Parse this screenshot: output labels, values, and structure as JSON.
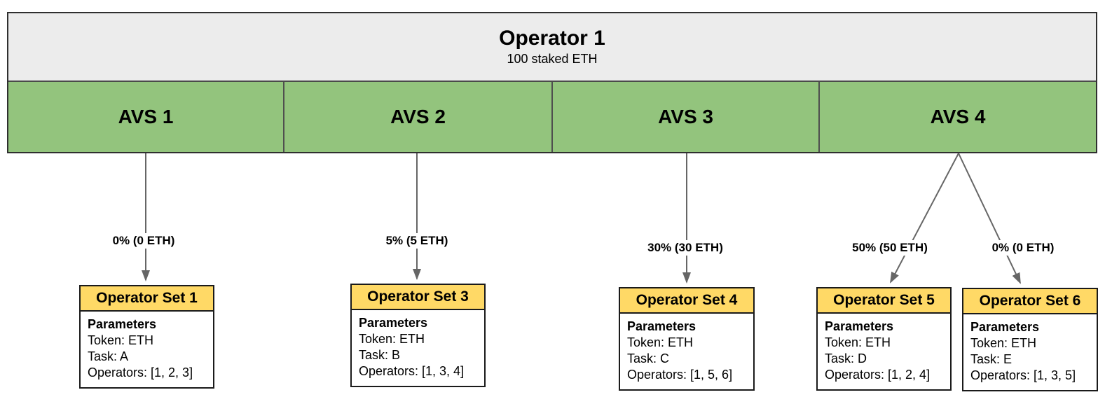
{
  "colors": {
    "avs_green": "#93c47d",
    "set_header_yellow": "#ffd966",
    "operator_gray": "#ececec",
    "arrow_gray": "#666666"
  },
  "operator": {
    "title": "Operator 1",
    "subtitle": "100 staked ETH"
  },
  "avs_cells": [
    {
      "label": "AVS 1"
    },
    {
      "label": "AVS 2"
    },
    {
      "label": "AVS 3"
    },
    {
      "label": "AVS 4"
    }
  ],
  "allocations": [
    {
      "from": "AVS 1",
      "label": "0% (0 ETH)",
      "to": "Operator Set 1"
    },
    {
      "from": "AVS 2",
      "label": "5% (5 ETH)",
      "to": "Operator Set 3"
    },
    {
      "from": "AVS 3",
      "label": "30% (30 ETH)",
      "to": "Operator Set 4"
    },
    {
      "from": "AVS 4",
      "label": "50% (50 ETH)",
      "to": "Operator Set 5"
    },
    {
      "from": "AVS 4",
      "label": "0% (0 ETH)",
      "to": "Operator Set 6"
    }
  ],
  "operator_sets": [
    {
      "title": "Operator Set 1",
      "params_label": "Parameters",
      "token": "Token: ETH",
      "task": "Task: A",
      "operators": "Operators: [1, 2, 3]"
    },
    {
      "title": "Operator Set 3",
      "params_label": "Parameters",
      "token": "Token: ETH",
      "task": "Task: B",
      "operators": "Operators: [1, 3, 4]"
    },
    {
      "title": "Operator Set 4",
      "params_label": "Parameters",
      "token": "Token: ETH",
      "task": "Task: C",
      "operators": "Operators: [1, 5, 6]"
    },
    {
      "title": "Operator Set 5",
      "params_label": "Parameters",
      "token": "Token: ETH",
      "task": "Task: D",
      "operators": "Operators: [1, 2, 4]"
    },
    {
      "title": "Operator Set 6",
      "params_label": "Parameters",
      "token": "Token: ETH",
      "task": "Task: E",
      "operators": "Operators: [1, 3, 5]"
    }
  ]
}
